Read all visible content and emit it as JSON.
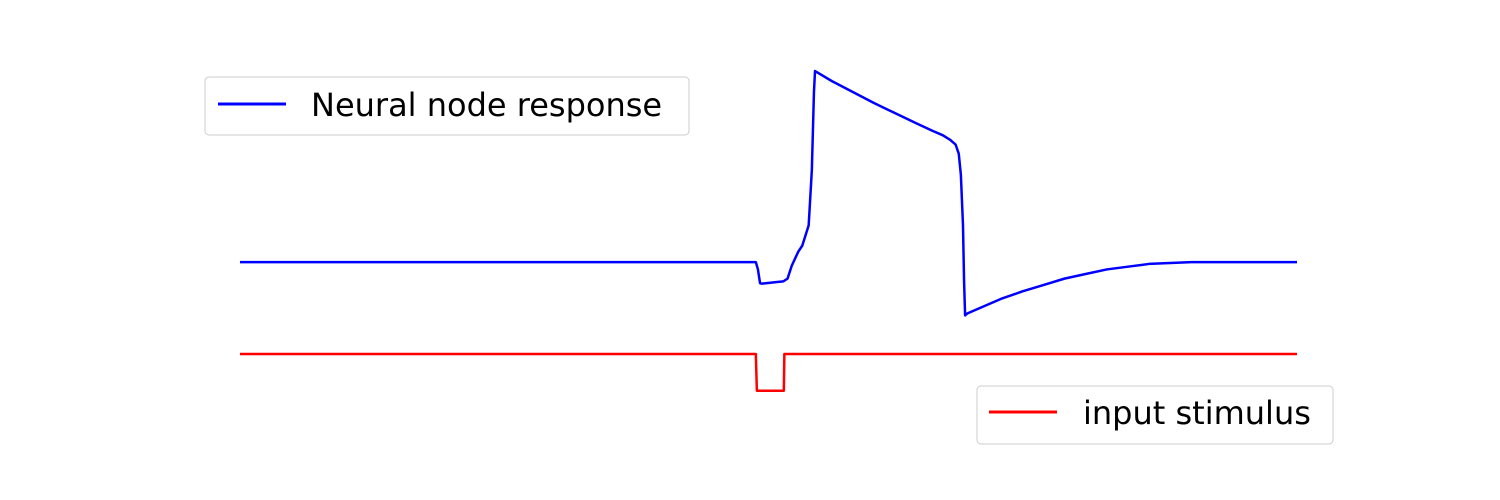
{
  "chart_data": {
    "type": "line",
    "title": "",
    "xlabel": "",
    "ylabel": "",
    "axes_visible": false,
    "grid": false,
    "x_range": [
      0,
      1000
    ],
    "y_range": [
      -1.1,
      3.2
    ],
    "series": [
      {
        "name": "Neural node response",
        "color": "#0000ff",
        "points": [
          [
            0,
            1.0
          ],
          [
            480,
            1.0
          ],
          [
            488,
            1.0
          ],
          [
            490,
            0.92
          ],
          [
            492,
            0.77
          ],
          [
            494,
            0.765
          ],
          [
            506,
            0.78
          ],
          [
            514,
            0.79
          ],
          [
            518,
            0.82
          ],
          [
            522,
            0.96
          ],
          [
            528,
            1.11
          ],
          [
            532,
            1.18
          ],
          [
            538,
            1.4
          ],
          [
            541,
            2.0
          ],
          [
            543,
            2.85
          ],
          [
            544,
            3.08
          ],
          [
            560,
            2.97
          ],
          [
            580,
            2.85
          ],
          [
            600,
            2.73
          ],
          [
            620,
            2.62
          ],
          [
            640,
            2.51
          ],
          [
            655,
            2.43
          ],
          [
            665,
            2.38
          ],
          [
            672,
            2.33
          ],
          [
            677,
            2.28
          ],
          [
            680,
            2.18
          ],
          [
            682,
            1.95
          ],
          [
            684,
            1.4
          ],
          [
            685,
            0.8
          ],
          [
            686,
            0.42
          ],
          [
            688,
            0.44
          ],
          [
            700,
            0.5
          ],
          [
            720,
            0.6
          ],
          [
            740,
            0.68
          ],
          [
            760,
            0.75
          ],
          [
            780,
            0.82
          ],
          [
            800,
            0.87
          ],
          [
            820,
            0.92
          ],
          [
            840,
            0.95
          ],
          [
            860,
            0.98
          ],
          [
            880,
            0.99
          ],
          [
            900,
            1.0
          ],
          [
            950,
            1.0
          ],
          [
            1000,
            1.0
          ]
        ]
      },
      {
        "name": "input stimulus",
        "color": "#ff0000",
        "points": [
          [
            0,
            0.0
          ],
          [
            488,
            0.0
          ],
          [
            489,
            -0.4
          ],
          [
            489.5,
            -0.4
          ],
          [
            514,
            -0.4
          ],
          [
            514.5,
            -0.4
          ],
          [
            515,
            0.0
          ],
          [
            1000,
            0.0
          ]
        ]
      }
    ],
    "legends": [
      {
        "label": "Neural node response",
        "color": "#0000ff",
        "placement": "upper-left"
      },
      {
        "label": "input stimulus",
        "color": "#ff0000",
        "placement": "lower-right"
      }
    ]
  }
}
